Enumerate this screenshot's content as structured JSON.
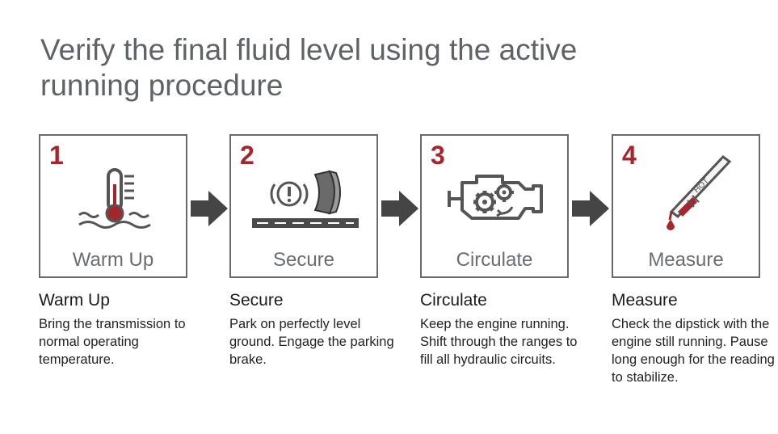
{
  "title": "Verify the final fluid level using the active running procedure",
  "steps": [
    {
      "number": "1",
      "label": "Warm Up",
      "heading": "Warm Up",
      "text": "Bring the transmission to normal operating temperature.",
      "icon": "thermometer-icon"
    },
    {
      "number": "2",
      "label": "Secure",
      "heading": "Secure",
      "text": "Park on perfectly level ground. Engage the parking brake.",
      "icon": "parking-brake-icon"
    },
    {
      "number": "3",
      "label": "Circulate",
      "heading": "Circulate",
      "text": "Keep the engine running. Shift through the ranges to fill all hydraulic circuits.",
      "icon": "engine-gears-icon"
    },
    {
      "number": "4",
      "label": "Measure",
      "heading": "Measure",
      "text": "Check the dipstick with the engine still running. Pause long enough for the reading to stabilize.",
      "icon": "dipstick-icon",
      "dipstick_text": "HOT"
    }
  ],
  "colors": {
    "accent": "#a3272d",
    "icon_gray": "#555555",
    "arrow": "#454545",
    "border": "#6a6a6a"
  }
}
